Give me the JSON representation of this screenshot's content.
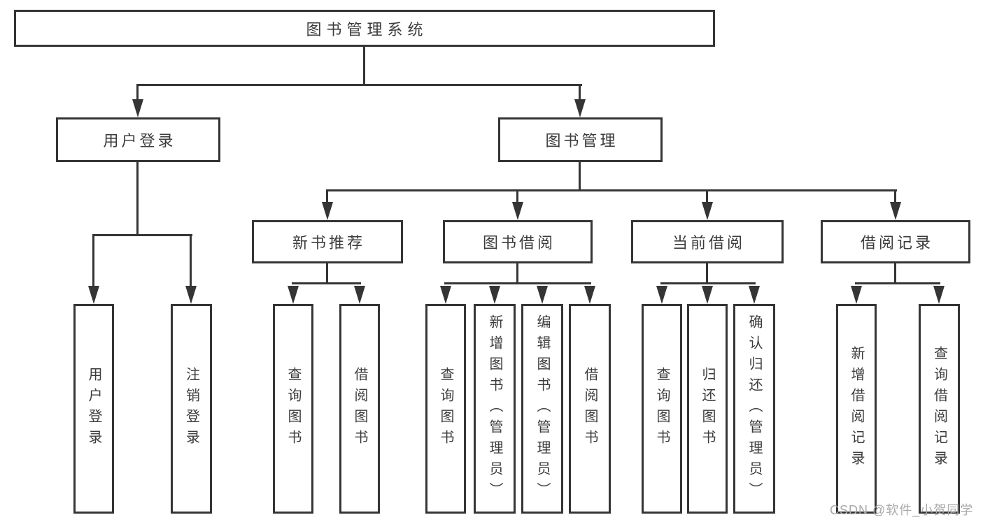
{
  "colors": {
    "line": "#353535",
    "text": "#3c3c3c",
    "watermark": "#a9a9a9",
    "background": "#ffffff"
  },
  "watermark": {
    "text": "CSDN @软件_小贺同学"
  },
  "tree": {
    "root": {
      "label": "图书管理系统"
    },
    "branches": [
      {
        "label": "用户登录",
        "leaves": [
          {
            "label": "用户登录"
          },
          {
            "label": "注销登录"
          }
        ]
      },
      {
        "label": "图书管理",
        "groups": [
          {
            "label": "新书推荐",
            "leaves": [
              {
                "label": "查询图书"
              },
              {
                "label": "借阅图书"
              }
            ]
          },
          {
            "label": "图书借阅",
            "leaves": [
              {
                "label": "查询图书"
              },
              {
                "label": "新增图书（管理员）"
              },
              {
                "label": "编辑图书（管理员）"
              },
              {
                "label": "借阅图书"
              }
            ]
          },
          {
            "label": "当前借阅",
            "leaves": [
              {
                "label": "查询图书"
              },
              {
                "label": "归还图书"
              },
              {
                "label": "确认归还（管理员）"
              }
            ]
          },
          {
            "label": "借阅记录",
            "leaves": [
              {
                "label": "新增借阅记录"
              },
              {
                "label": "查询借阅记录"
              }
            ]
          }
        ]
      }
    ]
  }
}
